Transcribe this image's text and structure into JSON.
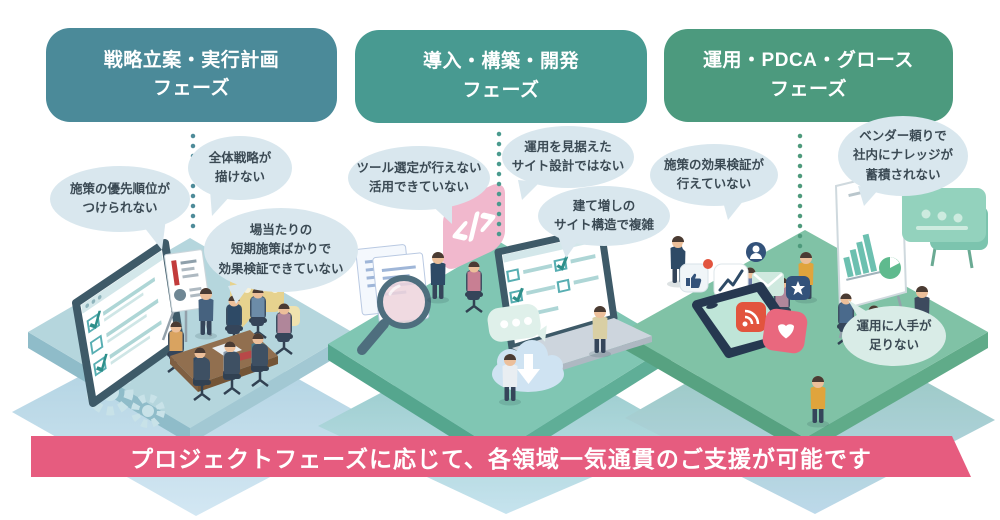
{
  "banner": {
    "text": "プロジェクトフェーズに応じて、各領域一気通貫のご支援が可能です",
    "background": "#e65c7f",
    "text_color": "#ffffff"
  },
  "phases": [
    {
      "title": "戦略立案・実行計画\nフェーズ",
      "color": "#4b8a99",
      "pain_points": [
        {
          "text": "施策の優先順位が\nつけられない"
        },
        {
          "text": "全体戦略が\n描けない"
        },
        {
          "text": "場当たりの\n短期施策ばかりで\n効果検証できていない"
        }
      ]
    },
    {
      "title": "導入・構築・開発\nフェーズ",
      "color": "#489a91",
      "pain_points": [
        {
          "text": "ツール選定が行えない\n活用できていない"
        },
        {
          "text": "運用を見据えた\nサイト設計ではない"
        },
        {
          "text": "建て増しの\nサイト構造で複雑"
        }
      ]
    },
    {
      "title": "運用・PDCA・グロース\nフェーズ",
      "color": "#4c9a7e",
      "pain_points": [
        {
          "text": "施策の効果検証が\n行えていない"
        },
        {
          "text": "ベンダー頼りで\n社内にナレッジが\n蓄積されない"
        },
        {
          "text": "運用に人手が\n足りない"
        }
      ]
    }
  ],
  "illustration": {
    "icons": [
      "gear-icon",
      "chat-icon",
      "checklist-screen-icon",
      "flipchart-icon",
      "document-icon",
      "magnifier-icon",
      "code-icon",
      "laptop-checklist-icon",
      "chat-dots-icon",
      "cloud-download-icon",
      "smartphone-icon",
      "wifi-signal-icon",
      "heart-icon",
      "thumbs-up-icon",
      "line-chart-icon",
      "mail-icon",
      "star-icon",
      "user-icon",
      "cloud-icon",
      "whiteboard-chart-icon",
      "presentation-screen-icon"
    ],
    "colors": {
      "phase1_platform": "#b5d6dd",
      "phase2_platform": "#80c6b3",
      "phase3_platform": "#80c2a6",
      "bubble": "#d9e7ee",
      "banner": "#e65c7f"
    }
  }
}
